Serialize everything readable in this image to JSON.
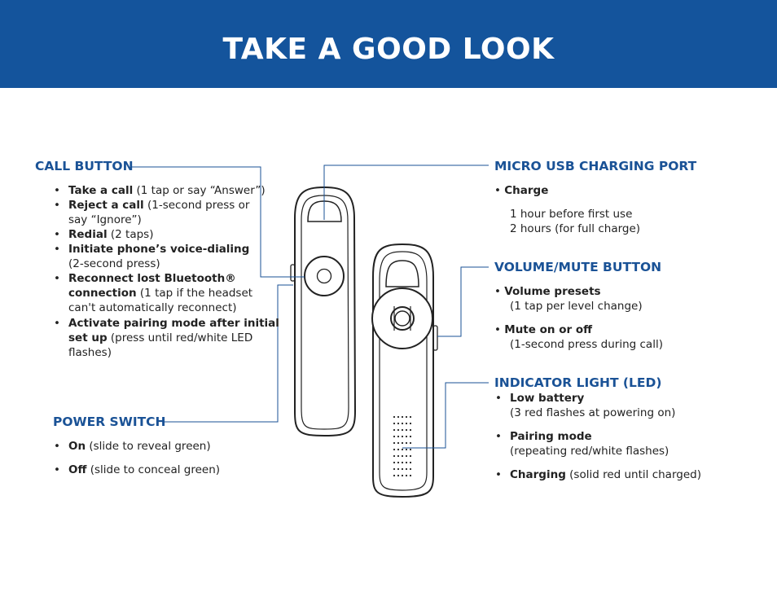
{
  "header": {
    "title": "TAKE A GOOD LOOK"
  },
  "call_button": {
    "heading": "CALL BUTTON",
    "items": [
      {
        "bold": "Take a call",
        "text": " (1 tap or say “Answer”)"
      },
      {
        "bold": "Reject a call",
        "text": " (1-second press or",
        "line2": "say “Ignore”)"
      },
      {
        "bold": "Redial",
        "text": " (2 taps)"
      },
      {
        "bold": "Initiate phone’s voice-dialing",
        "text": "",
        "line2": "(2-second press)"
      },
      {
        "bold": "Reconnect lost Bluetooth®",
        "text": "",
        "line2_bold": "connection",
        "line2": " (1 tap if the headset",
        "line3": "can't automatically reconnect)"
      },
      {
        "bold": "Activate pairing mode after initial",
        "text": "",
        "line2_bold": " set up",
        "line2": " (press until red/white LED",
        "line3": "flashes)"
      }
    ]
  },
  "power_switch": {
    "heading": "POWER SWITCH",
    "items": [
      {
        "bold": "On",
        "text": " (slide to reveal green)"
      },
      {
        "bold": "Off",
        "text": " (slide to conceal green)"
      }
    ]
  },
  "usb_port": {
    "heading": "MICRO USB CHARGING PORT",
    "bullet": "• ",
    "item_bold": "Charge",
    "line1": "1 hour before first use",
    "line2": " 2 hours (for full charge)"
  },
  "volume_button": {
    "heading": "VOLUME/MUTE BUTTON",
    "items": [
      {
        "bullet": "• ",
        "bold": "Volume presets",
        "line2": "(1 tap per level change)"
      },
      {
        "bullet": "• ",
        "bold": "Mute on or off",
        "line2": "(1-second press during call)"
      }
    ]
  },
  "indicator_light": {
    "heading": "INDICATOR LIGHT (LED)",
    "items": [
      {
        "bold": "Low battery",
        "line2": "(3 red flashes at powering on)"
      },
      {
        "bold": "Pairing mode",
        "line2": "(repeating red/white flashes)"
      },
      {
        "bold": "Charging",
        "text": " (solid red until charged)"
      }
    ]
  },
  "colors": {
    "banner": "#14549c",
    "heading": "#1a5296",
    "line": "#1a5296",
    "device": "#222222"
  },
  "icons": {
    "bullet": "•"
  }
}
